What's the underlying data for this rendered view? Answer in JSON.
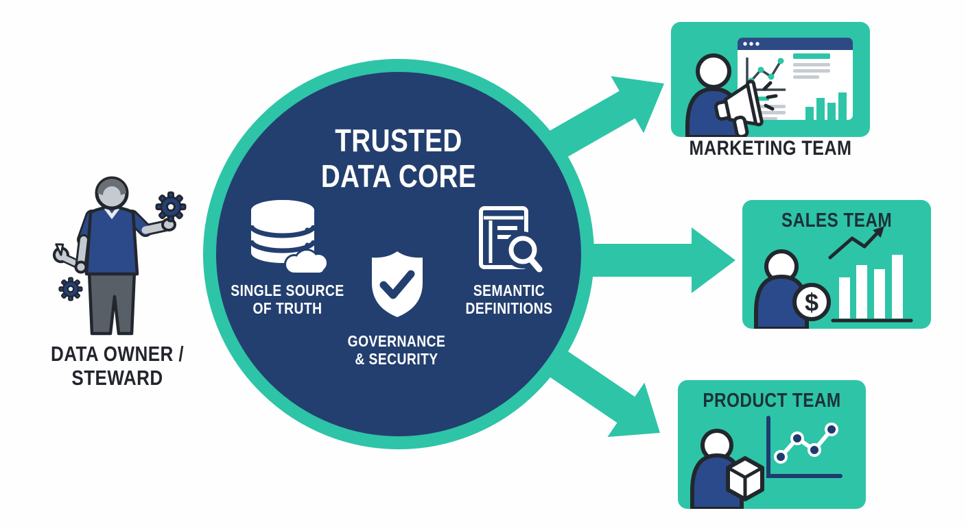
{
  "steward": {
    "icon": "data-steward-person-icon",
    "label": [
      "DATA OWNER /",
      "STEWARD"
    ]
  },
  "core": {
    "title": [
      "TRUSTED",
      "DATA CORE"
    ],
    "capabilities": [
      {
        "icon": "database-cloud-icon",
        "label": [
          "SINGLE SOURCE",
          "OF TRUTH"
        ]
      },
      {
        "icon": "shield-check-icon",
        "label": [
          "GOVERNANCE",
          "& SECURITY"
        ]
      },
      {
        "icon": "book-magnifier-icon",
        "label": [
          "SEMANTIC",
          "DEFINITIONS"
        ]
      }
    ]
  },
  "teams": [
    {
      "name": "MARKETING TEAM",
      "icon": "person-megaphone-dashboard-icon"
    },
    {
      "name": "SALES TEAM",
      "icon": "person-dollar-bar-chart-icon",
      "coin_symbol": "$"
    },
    {
      "name": "PRODUCT TEAM",
      "icon": "person-cube-line-chart-icon"
    }
  ],
  "colors": {
    "teal": "#2EC4A7",
    "core_navy": "#233F6F",
    "figure_navy": "#2C4A8A",
    "outline_dark": "#22272E",
    "label_dark": "#22252B",
    "card_title_dark": "#1C3138",
    "white": "#FFFFFF"
  }
}
